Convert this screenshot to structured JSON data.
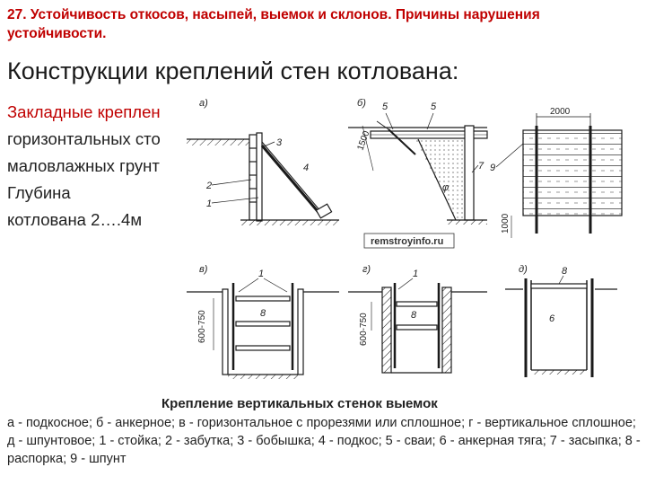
{
  "header": {
    "title": "27. Устойчивость откосов, насыпей, выемок и склонов. Причины нарушения устойчивости."
  },
  "slide": {
    "subtitle": "Конструкции креплений стен котлована:",
    "left_lines": [
      "Закладные креплен",
      "горизонтальных сто",
      "маловлажных грунт",
      "Глубина",
      "котлована 2….4м"
    ]
  },
  "figure": {
    "watermark": "remstroyinfo.ru",
    "panel_labels": [
      "а)",
      "б)",
      "в)",
      "г)",
      "д)"
    ],
    "dimensions": [
      "2000",
      "1500",
      "1000",
      "600-750",
      "600-750"
    ],
    "part_numbers": [
      "1",
      "2",
      "3",
      "4",
      "5",
      "5",
      "6",
      "7",
      "1",
      "8",
      "1",
      "8",
      "8",
      "9",
      "φ"
    ]
  },
  "caption": "Крепление вертикальных стенок выемок",
  "legend": "а - подкосное; б - анкерное; в - горизонтальное с прорезями или сплошное; г - вертикальное сплошное; д - шпунтовое; 1 - стойка; 2 - забутка; 3 - бобышка; 4 - подкос; 5 - сваи; 6 - анкерная тяга; 7 - засыпка; 8 - распорка; 9 - шпунт",
  "colors": {
    "title": "#c00000",
    "text": "#222222",
    "drawing": "#1a1a1a"
  }
}
